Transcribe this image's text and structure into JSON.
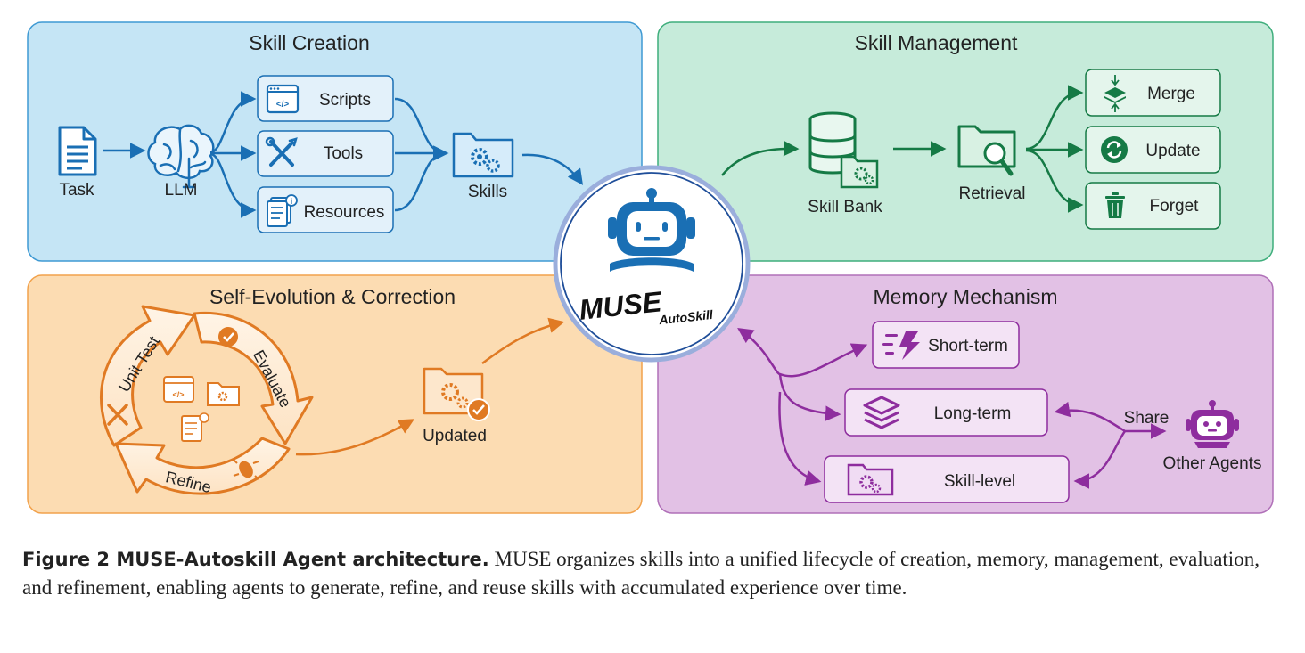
{
  "panels": {
    "skill_creation": {
      "title": "Skill Creation",
      "task": "Task",
      "llm": "LLM",
      "scripts": "Scripts",
      "tools": "Tools",
      "resources": "Resources",
      "skills": "Skills"
    },
    "skill_management": {
      "title": "Skill Management",
      "skill_bank": "Skill Bank",
      "retrieval": "Retrieval",
      "merge": "Merge",
      "update": "Update",
      "forget": "Forget"
    },
    "self_evolution": {
      "title": "Self-Evolution & Correction",
      "unit_test": "Unit Test",
      "evaluate": "Evaluate",
      "refine": "Refine",
      "updated": "Updated"
    },
    "memory": {
      "title": "Memory Mechanism",
      "short_term": "Short-term",
      "long_term": "Long-term",
      "skill_level": "Skill-level",
      "share": "Share",
      "other_agents": "Other Agents"
    }
  },
  "hub": {
    "brand": "MUSE",
    "sub": "AutoSkill"
  },
  "caption": {
    "label": "Figure 2  MUSE-Autoskill Agent architecture.",
    "text": " MUSE organizes skills into a unified lifecycle of creation, memory, management, evaluation, and refinement, enabling agents to generate, refine, and reuse skills with accumulated experience over time."
  },
  "colors": {
    "blue": "#1a6fb4",
    "blue_bg": "#c5e5f5",
    "green": "#157a45",
    "green_bg": "#c6ebda",
    "orange": "#e07a23",
    "orange_bg": "#fcdcb2",
    "purple": "#8e2d9e",
    "purple_bg": "#e2c1e5"
  }
}
